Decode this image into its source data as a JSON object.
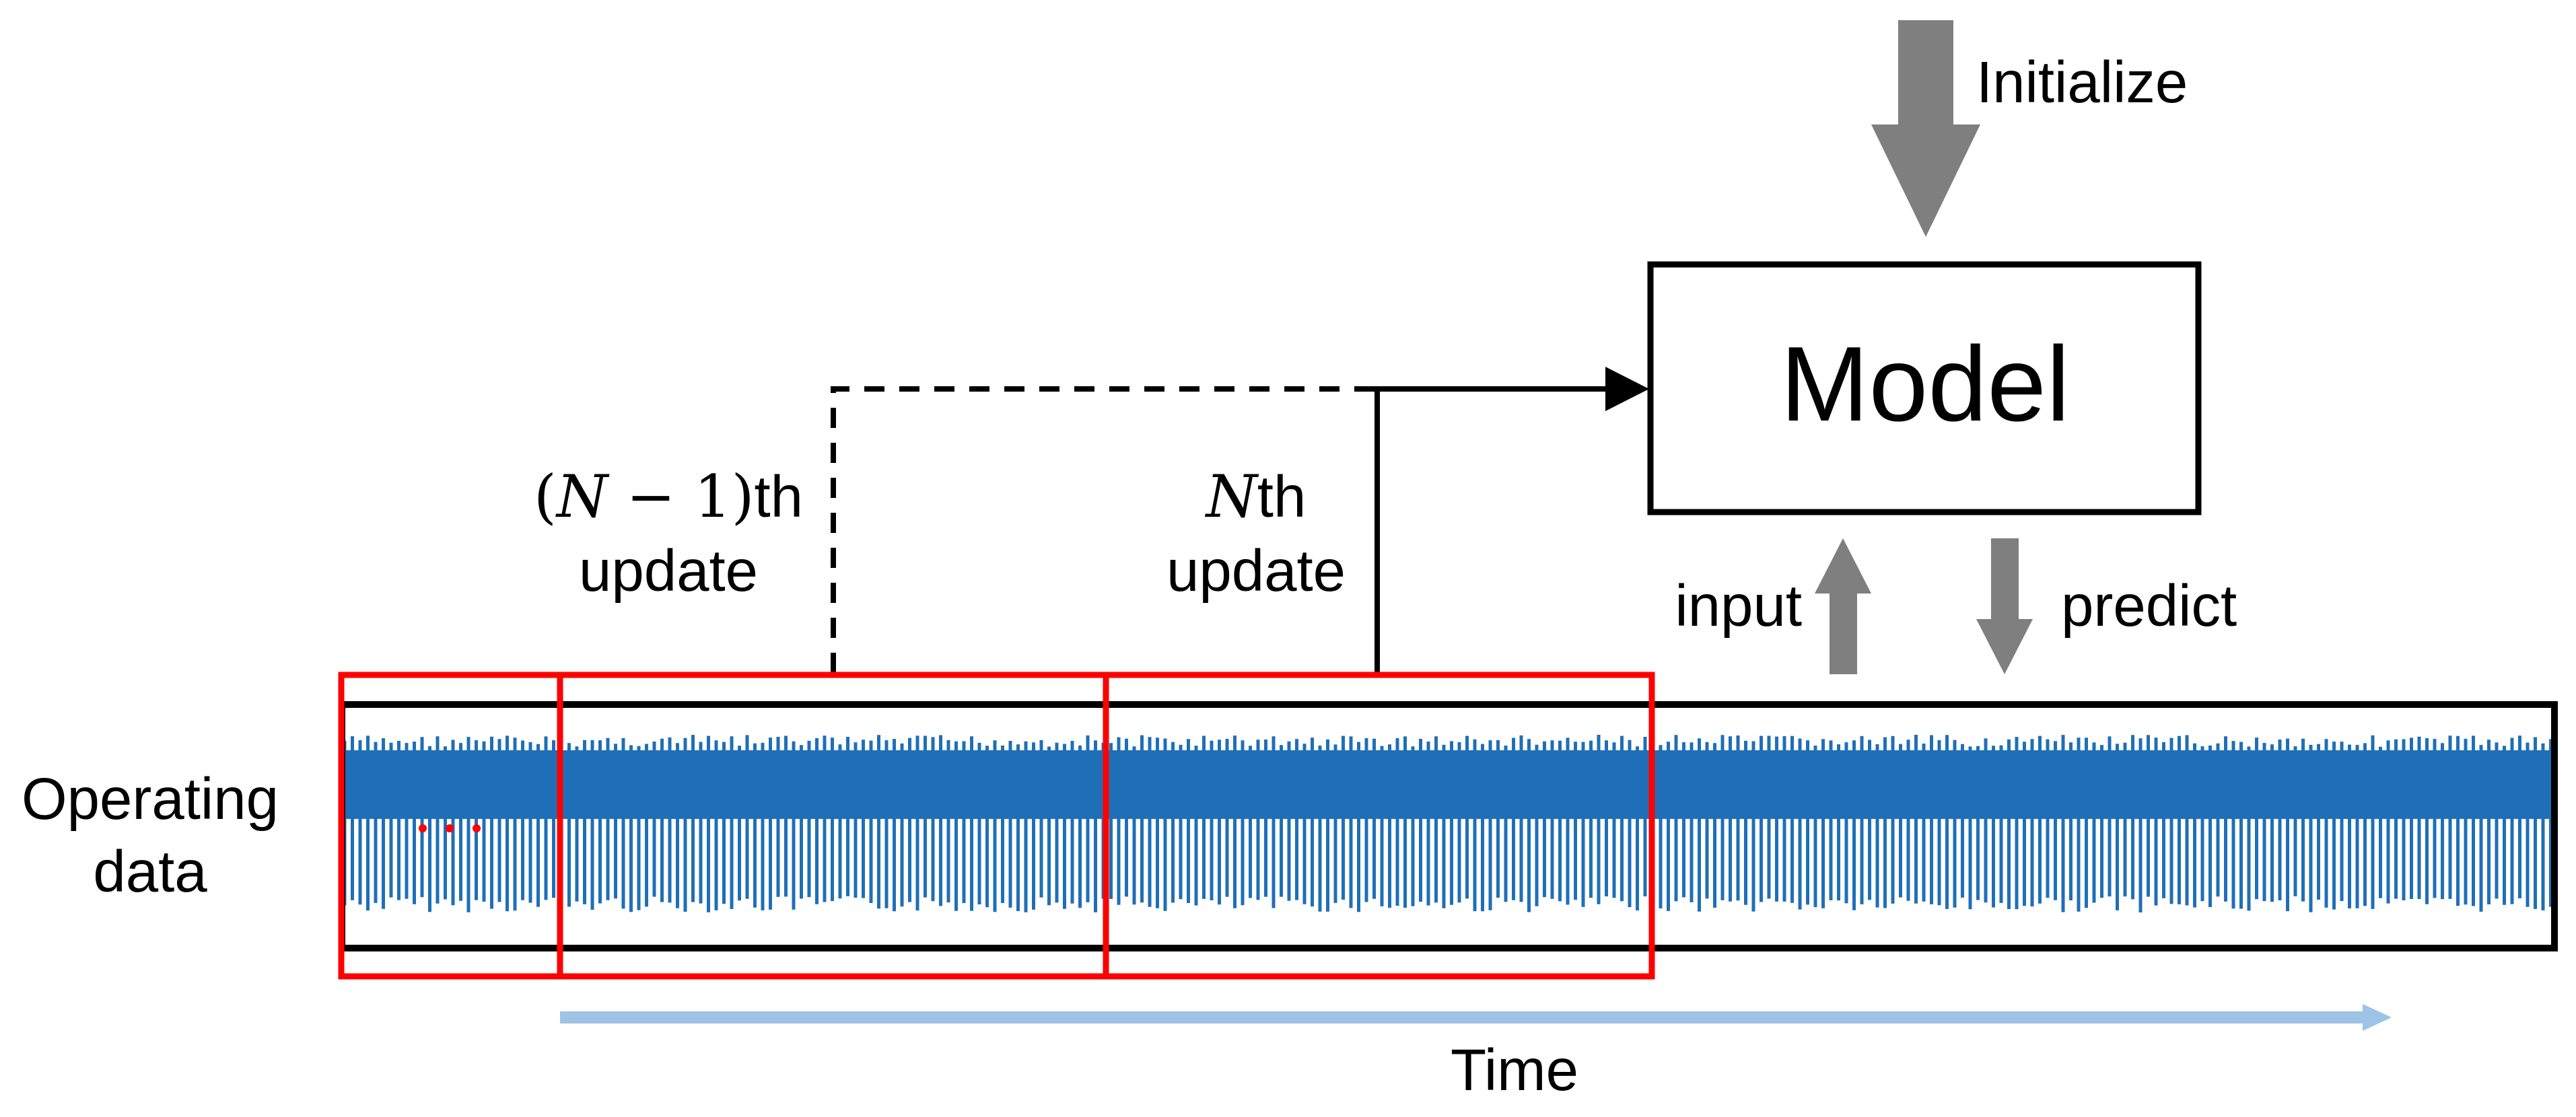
{
  "model": {
    "label": "Model"
  },
  "initialize": {
    "label": "Initialize"
  },
  "input": {
    "label": "input"
  },
  "predict": {
    "label": "predict"
  },
  "operating_data": {
    "line1": "Operating",
    "line2": "data"
  },
  "time": {
    "label": "Time"
  },
  "update_prev": {
    "open_paren": "(",
    "var": "N",
    "minus_one": " − 1",
    "close_paren": ")",
    "suffix": "th",
    "line2": "update"
  },
  "update_curr": {
    "var": "N",
    "suffix": "th",
    "line2": "update"
  },
  "ellipsis": {
    "text": "..."
  },
  "colors": {
    "signal": "#1f6fb8",
    "window": "#ff0000",
    "time_arrow": "#9dc3e6",
    "gray_arrow": "#7f7f7f",
    "line": "#000000"
  }
}
